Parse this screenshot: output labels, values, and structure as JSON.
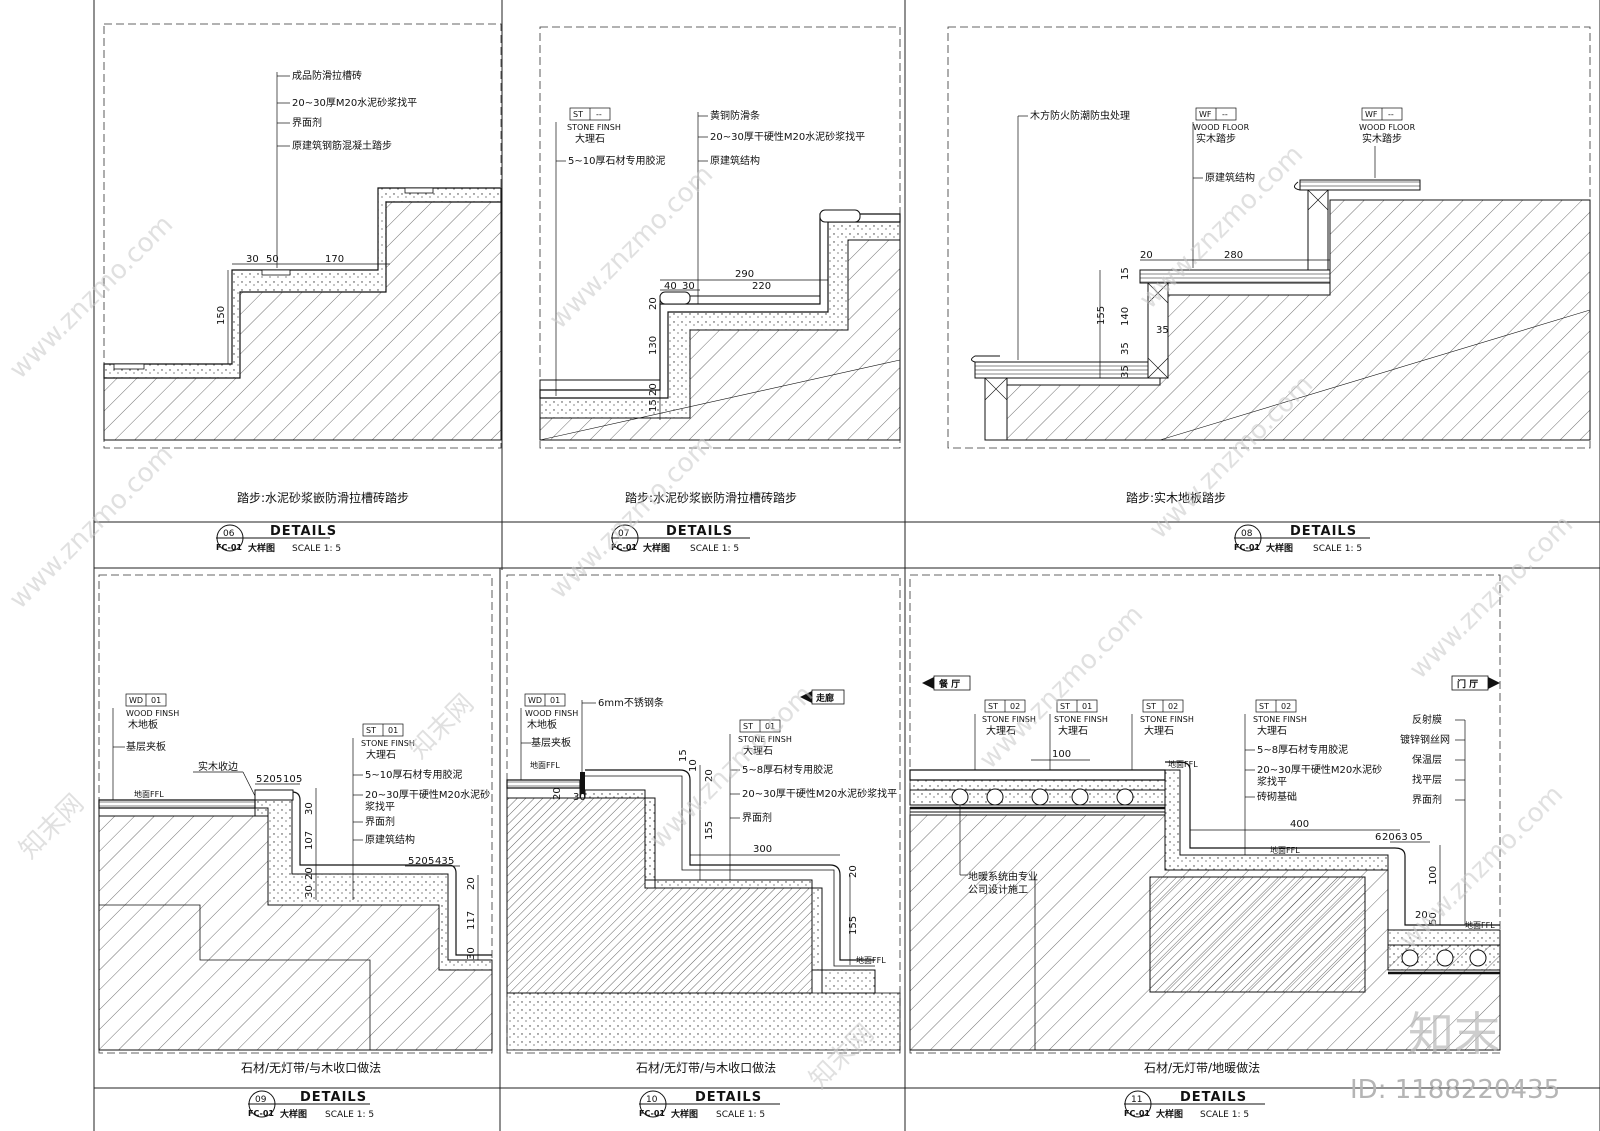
{
  "panels": {
    "p06": {
      "labels": [
        "成品防滑拉槽砖",
        "20~30厚M20水泥砂浆找平",
        "界面剂",
        "原建筑钢筋混凝土踏步"
      ],
      "dims": [
        "30",
        "50",
        "170",
        "150"
      ],
      "caption": "踏步:水泥砂浆嵌防滑拉槽砖踏步",
      "num": "06",
      "ref": "FC-01",
      "title": "DETAILS",
      "sub": "大样图",
      "scale": "SCALE  1: 5"
    },
    "p07": {
      "tag_code": "ST",
      "tag_num": "--",
      "tag_finish": "STONE FINSH",
      "tag_name": "大理石",
      "labels": [
        "5~10厚石材专用胶泥",
        "黄铜防滑条",
        "20~30厚干硬性M20水泥砂浆找平",
        "原建筑结构"
      ],
      "dims": [
        "290",
        "220",
        "40",
        "30",
        "20",
        "130",
        "20",
        "15"
      ],
      "caption": "踏步:水泥砂浆嵌防滑拉槽砖踏步",
      "num": "07",
      "ref": "FC-01",
      "title": "DETAILS",
      "sub": "大样图",
      "scale": "SCALE  1: 5"
    },
    "p08": {
      "tag1_code": "WF",
      "tag1_num": "--",
      "tag1_finish": "WOOD FLOOR",
      "tag1_name": "实木踏步",
      "tag2_code": "WF",
      "tag2_num": "--",
      "tag2_finish": "WOOD FLOOR",
      "tag2_name": "实木踏步",
      "labels": [
        "木方防火防潮防虫处理",
        "原建筑结构"
      ],
      "dims": [
        "20",
        "280",
        "155",
        "140",
        "15",
        "35",
        "35",
        "35"
      ],
      "caption": "踏步:实木地板踏步",
      "num": "08",
      "ref": "FC-01",
      "title": "DETAILS",
      "sub": "大样图",
      "scale": "SCALE  1: 5"
    },
    "p09": {
      "tag1_code": "WD",
      "tag1_num": "01",
      "tag1_finish": "WOOD FINSH",
      "tag1_name": "木地板",
      "tag2_code": "ST",
      "tag2_num": "01",
      "tag2_finish": "STONE FINSH",
      "tag2_name": "大理石",
      "labels": [
        "基层夹板",
        "实木收边",
        "5~10厚石材专用胶泥",
        "20~30厚干硬性M20水泥砂",
        "浆找平",
        "界面剂",
        "原建筑结构"
      ],
      "dims": [
        "5",
        "20",
        "5",
        "10",
        "5",
        "30",
        "107",
        "20",
        "30",
        "5",
        "20",
        "5",
        "43",
        "5",
        "20",
        "117",
        "30"
      ],
      "level": "地面FFL",
      "caption": "石材/无灯带/与木收口做法",
      "num": "09",
      "ref": "FC-01",
      "title": "DETAILS",
      "sub": "大样图",
      "scale": "SCALE  1: 5"
    },
    "p10": {
      "tag1_code": "WD",
      "tag1_num": "01",
      "tag1_finish": "WOOD FINSH",
      "tag1_name": "木地板",
      "tag2_code": "ST",
      "tag2_num": "01",
      "tag2_finish": "STONE FINSH",
      "tag2_name": "大理石",
      "labels": [
        "6mm不锈钢条",
        "基层夹板",
        "5~8厚石材专用胶泥",
        "20~30厚干硬性M20水泥砂浆找平",
        "界面剂"
      ],
      "room": "走廊",
      "dims": [
        "20",
        "30",
        "15",
        "10",
        "20",
        "155",
        "300",
        "20",
        "155"
      ],
      "level": "地面FFL",
      "caption": "石材/无灯带/与木收口做法",
      "num": "10",
      "ref": "FC-01",
      "title": "DETAILS",
      "sub": "大样图",
      "scale": "SCALE  1: 5"
    },
    "p11": {
      "room_left": "餐 厅",
      "room_right": "门 厅",
      "tags": [
        {
          "code": "ST",
          "num": "02",
          "finish": "STONE FINSH",
          "name": "大理石"
        },
        {
          "code": "ST",
          "num": "01",
          "finish": "STONE FINSH",
          "name": "大理石"
        },
        {
          "code": "ST",
          "num": "02",
          "finish": "STONE FINSH",
          "name": "大理石"
        },
        {
          "code": "ST",
          "num": "02",
          "finish": "STONE FINSH",
          "name": "大理石"
        }
      ],
      "labels_mid": [
        "5~8厚石材专用胶泥",
        "20~30厚干硬性M20水泥砂",
        "浆找平",
        "砖砌基础"
      ],
      "labels_right": [
        "反射膜",
        "镀锌钢丝网",
        "保温层",
        "找平层",
        "界面剂"
      ],
      "note": [
        "地暖系统由专业",
        "公司设计施工"
      ],
      "dims": [
        "100",
        "400",
        "6",
        "20",
        "63",
        "05",
        "100",
        "20",
        "50"
      ],
      "level": "地面FFL",
      "caption": "石材/无灯带/地暖做法",
      "num": "11",
      "ref": "FC-01",
      "title": "DETAILS",
      "sub": "大样图",
      "scale": "SCALE  1: 5"
    }
  },
  "watermarks": {
    "site": "www.znzmo.com",
    "brand": "知末网",
    "logo": "知末",
    "id": "ID: 1188220435"
  }
}
